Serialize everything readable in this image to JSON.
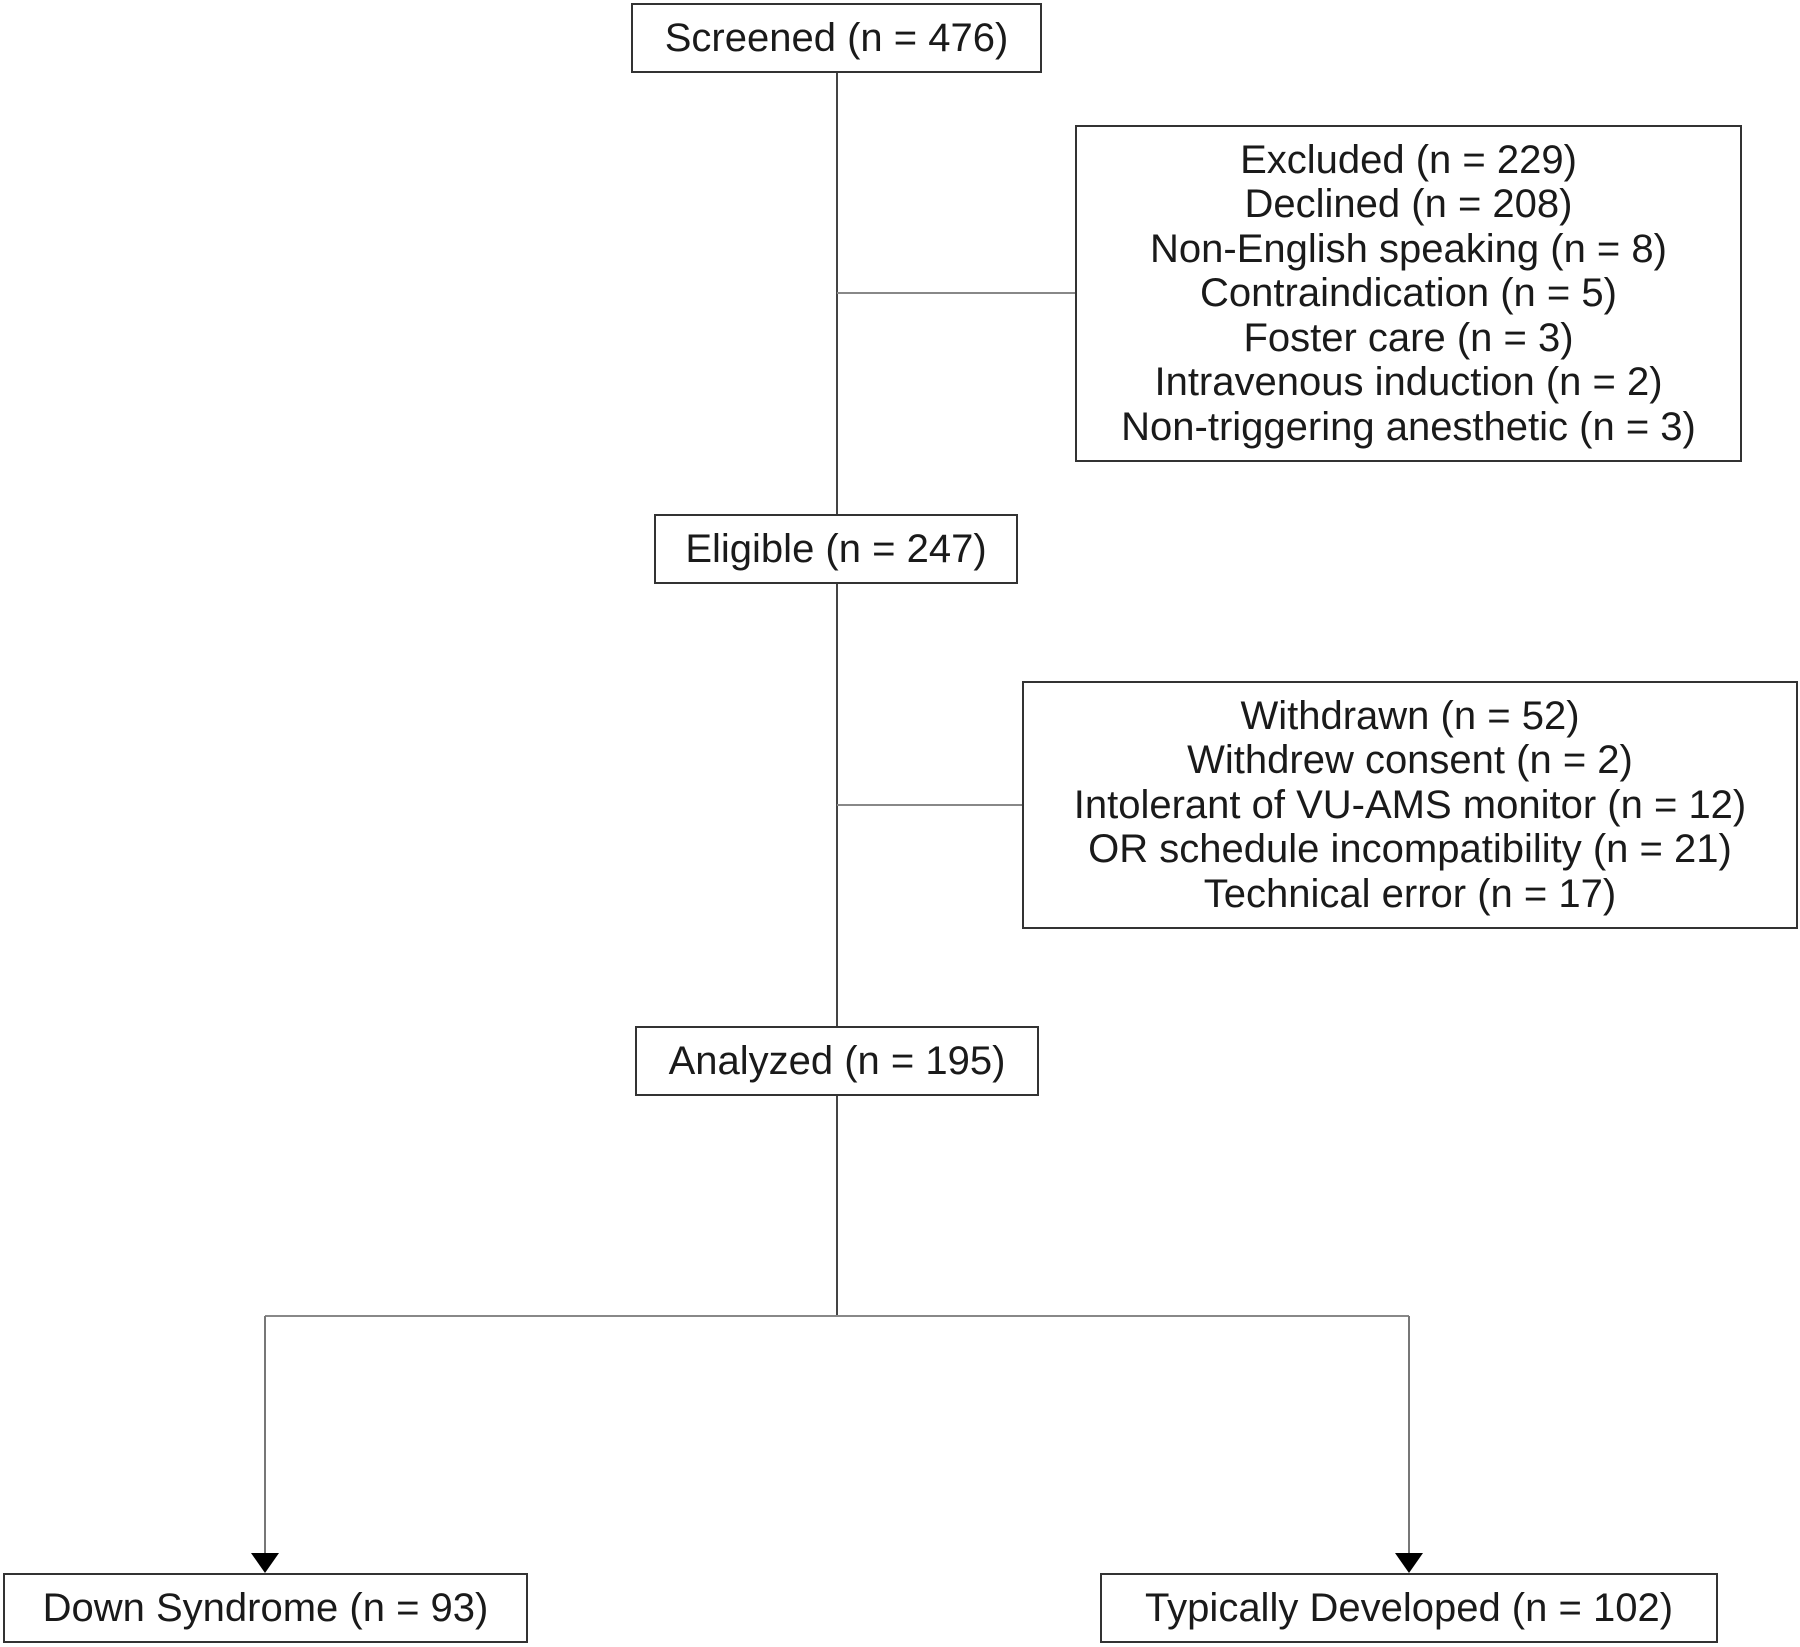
{
  "flowchart": {
    "screened": "Screened (n = 476)",
    "excluded": [
      "Excluded (n = 229)",
      "Declined (n = 208)",
      "Non-English speaking (n = 8)",
      "Contraindication (n = 5)",
      "Foster care (n = 3)",
      "Intravenous induction (n = 2)",
      "Non-triggering anesthetic (n = 3)"
    ],
    "eligible": "Eligible (n = 247)",
    "withdrawn": [
      "Withdrawn (n = 52)",
      "Withdrew consent (n = 2)",
      "Intolerant of VU-AMS monitor (n = 12)",
      "OR schedule incompatibility (n = 21)",
      "Technical error (n = 17)"
    ],
    "analyzed": "Analyzed (n = 195)",
    "down_syndrome": "Down Syndrome (n = 93)",
    "typically_developed": "Typically Developed (n = 102)"
  },
  "colors": {
    "line": "#444444",
    "border": "#333333",
    "text": "#1a1a1a"
  }
}
